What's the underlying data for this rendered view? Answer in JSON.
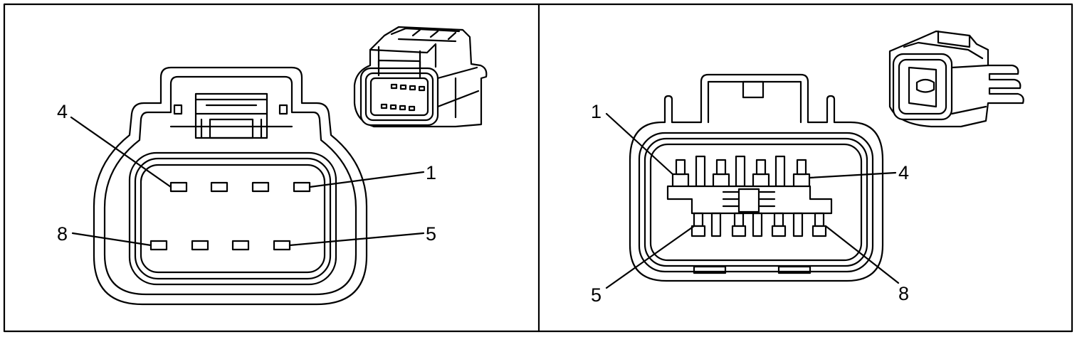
{
  "colors": {
    "line": "#000000",
    "background": "#ffffff"
  },
  "panels": {
    "left": {
      "name": "female-connector-face",
      "pin_labels": {
        "p4": "4",
        "p1": "1",
        "p8": "8",
        "p5": "5"
      },
      "thumbnail": "connector-perspective-thumbnail"
    },
    "right": {
      "name": "male-connector-face",
      "pin_labels": {
        "p1": "1",
        "p4": "4",
        "p5": "5",
        "p8": "8"
      },
      "thumbnail": "connector-perspective-thumbnail"
    }
  }
}
